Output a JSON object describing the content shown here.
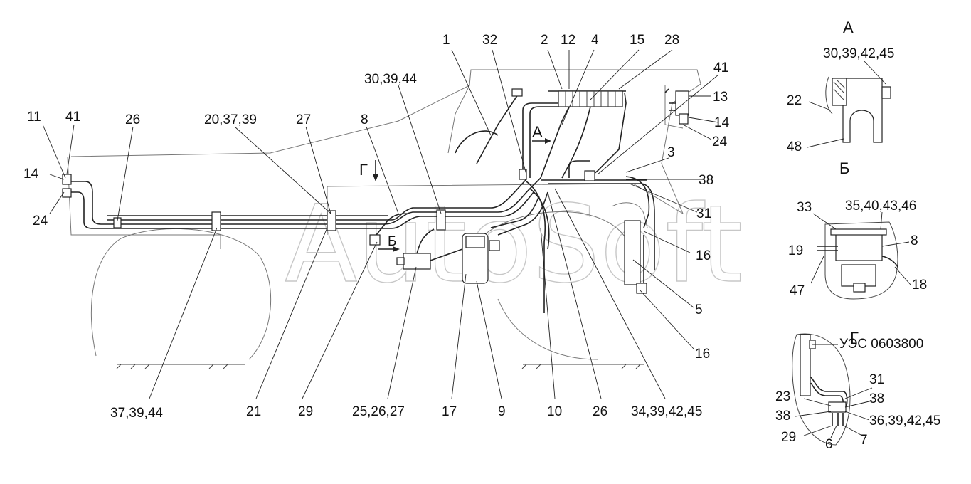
{
  "watermark": "AutoSoft",
  "main_labels": [
    "1",
    "32",
    "2",
    "12",
    "4",
    "15",
    "28",
    "41",
    "13",
    "14",
    "24",
    "30,39,44",
    "11",
    "41",
    "26",
    "20,37,39",
    "27",
    "8",
    "14",
    "24",
    "Г",
    "А",
    "Б",
    "3",
    "38",
    "31",
    "16",
    "5",
    "16",
    "37,39,44",
    "21",
    "29",
    "25,26,27",
    "17",
    "9",
    "10",
    "26",
    "34,39,42,45"
  ],
  "view_a": {
    "title": "А",
    "labels": [
      "30,39,42,45",
      "22",
      "48"
    ]
  },
  "view_b": {
    "title": "Б",
    "labels": [
      "33",
      "35,40,43,46",
      "19",
      "8",
      "47",
      "18"
    ]
  },
  "view_g": {
    "title": "Г",
    "labels": [
      "УЭС 0603800",
      "31",
      "23",
      "38",
      "38",
      "36,39,42,45",
      "29",
      "6",
      "7"
    ]
  }
}
